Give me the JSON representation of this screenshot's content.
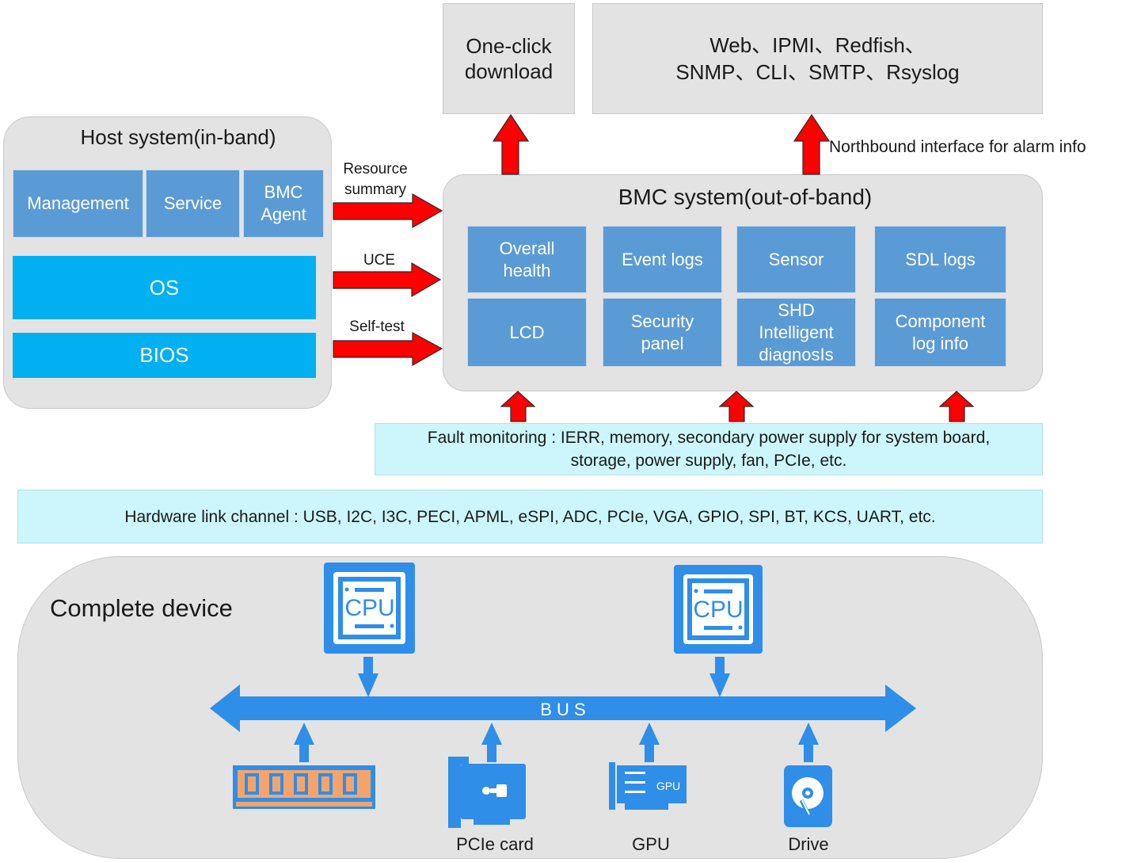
{
  "top": {
    "download": "One-click\ndownload",
    "protocols": "Web、IPMI、Redfish、\nSNMP、CLI、SMTP、Rsyslog",
    "northbound": "Northbound interface for alarm info"
  },
  "host": {
    "title": "Host system(in-band)",
    "management": "Management",
    "service": "Service",
    "bmc_agent": "BMC\nAgent",
    "os": "OS",
    "bios": "BIOS"
  },
  "links": {
    "resource_summary": "Resource\nsummary",
    "uce": "UCE",
    "self_test": "Self-test"
  },
  "bmc": {
    "title": "BMC system(out-of-band)",
    "cells": [
      "Overall\nhealth",
      "Event logs",
      "Sensor",
      "SDL logs",
      "LCD",
      "Security\npanel",
      "SHD\nIntelligent\ndiagnosIs",
      "Component\nlog info"
    ]
  },
  "fault_monitoring": "Fault monitoring : IERR, memory, secondary power supply for system board,\nstorage, power supply, fan, PCIe, etc.",
  "hardware_link": "Hardware link channel : USB, I2C, I3C, PECI, APML, eSPI, ADC, PCIe, VGA, GPIO, SPI, BT, KCS, UART, etc.",
  "device": {
    "title": "Complete device",
    "cpu1": "CPU",
    "cpu2": "CPU",
    "bus": "B U S",
    "gpu_chip": "GPU",
    "labels": {
      "pcie": "PCIe card",
      "gpu": "GPU",
      "drive": "Drive"
    }
  },
  "colors": {
    "red_arrow": "#ff0000",
    "cell_blue": "#5b9bd5",
    "bar_cyan": "#00b0f0",
    "device_blue": "#2f8ee8",
    "panel_gray": "#e3e3e3",
    "light_cyan": "#ccf6fb"
  }
}
